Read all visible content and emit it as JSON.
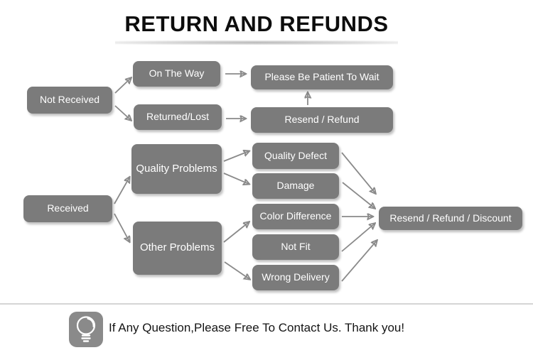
{
  "title": "RETURN AND REFUNDS",
  "flowchart": {
    "nodes": {
      "not_received": "Not Received",
      "on_the_way": "On The Way",
      "returned_lost": "Returned/Lost",
      "please_wait": "Please Be Patient To Wait",
      "resend_refund": "Resend / Refund",
      "received": "Received",
      "quality_problems": "Quality Problems",
      "other_problems": "Other Problems",
      "quality_defect": "Quality Defect",
      "damage": "Damage",
      "color_difference": "Color Difference",
      "not_fit": "Not Fit",
      "wrong_delivery": "Wrong Delivery",
      "resend_refund_discount": "Resend / Refund / Discount"
    },
    "connections": [
      {
        "from": "not_received",
        "to": "on_the_way"
      },
      {
        "from": "not_received",
        "to": "returned_lost"
      },
      {
        "from": "on_the_way",
        "to": "please_wait"
      },
      {
        "from": "returned_lost",
        "to": "resend_refund"
      },
      {
        "from": "resend_refund",
        "to": "please_wait"
      },
      {
        "from": "received",
        "to": "quality_problems"
      },
      {
        "from": "received",
        "to": "other_problems"
      },
      {
        "from": "quality_problems",
        "to": "quality_defect"
      },
      {
        "from": "quality_problems",
        "to": "damage"
      },
      {
        "from": "other_problems",
        "to": "color_difference"
      },
      {
        "from": "other_problems",
        "to": "wrong_delivery"
      },
      {
        "from": "quality_defect",
        "to": "resend_refund_discount"
      },
      {
        "from": "damage",
        "to": "resend_refund_discount"
      },
      {
        "from": "color_difference",
        "to": "resend_refund_discount"
      },
      {
        "from": "not_fit",
        "to": "resend_refund_discount"
      },
      {
        "from": "wrong_delivery",
        "to": "resend_refund_discount"
      }
    ]
  },
  "footer": {
    "message": "If Any Question,Please Free To Contact Us. Thank you!",
    "icon": "lightbulb-icon"
  },
  "colors": {
    "node_fill": "#7b7b7b",
    "node_text": "#ffffff",
    "arrow": "#8a8a8a",
    "title_text": "#0d0d0d",
    "divider": "#d5d5d5"
  }
}
